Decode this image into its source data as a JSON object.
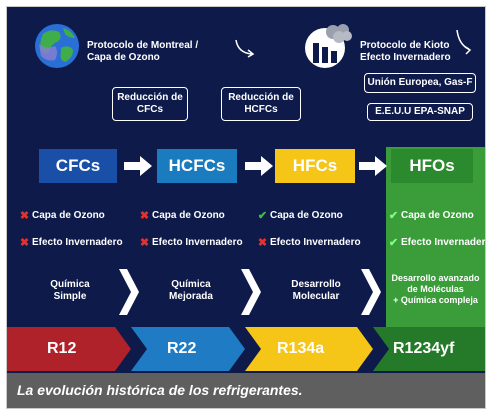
{
  "colors": {
    "background": "#0d1a4a",
    "cfc": "#1a4fa8",
    "hcfc": "#1a7bbf",
    "hfc": "#f5c518",
    "hfo": "#3a9d3a",
    "r12": "#b0222a",
    "r22": "#1f7bc4",
    "r134a": "#f5c518",
    "r1234yf": "#257a2a",
    "check": "#3ec23e",
    "cross": "#e0322f",
    "caption_bar": "#5f5f5f"
  },
  "header": {
    "montreal_label": "Protocolo de Montreal /\nCapa de Ozono",
    "kyoto_label": "Protocolo de Kioto\nEfecto Invernadero",
    "reduction_cfcs": "Reducción de\nCFCs",
    "reduction_hcfcs": "Reducción de\nHCFCs",
    "eu_label": "Unión Europea, Gas-F",
    "us_label": "E.E.U.U EPA-SNAP",
    "montreal_icon": "globe-icon",
    "kyoto_icon": "factory-smoke-icon"
  },
  "generations": [
    {
      "label": "CFCs",
      "ozone": "Capa de Ozono",
      "ozone_ok": false,
      "greenhouse": "Efecto Invernadero",
      "greenhouse_ok": false,
      "desc": "Química\nSimple"
    },
    {
      "label": "HCFCs",
      "ozone": "Capa de Ozono",
      "ozone_ok": false,
      "greenhouse": "Efecto Invernadero",
      "greenhouse_ok": false,
      "desc": "Química\nMejorada"
    },
    {
      "label": "HFCs",
      "ozone": "Capa de Ozono",
      "ozone_ok": true,
      "greenhouse": "Efecto Invernadero",
      "greenhouse_ok": false,
      "desc": "Desarrollo\nMolecular"
    },
    {
      "label": "HFOs",
      "ozone": "Capa de Ozono",
      "ozone_ok": true,
      "greenhouse": "Efecto Invernadero",
      "greenhouse_ok": true,
      "desc": "Desarrollo avanzado\nde Moléculas\n+ Química compleja"
    }
  ],
  "refrigerants": [
    "R12",
    "R22",
    "R134a",
    "R1234yf"
  ],
  "caption": "La evolución histórica de los refrigerantes."
}
